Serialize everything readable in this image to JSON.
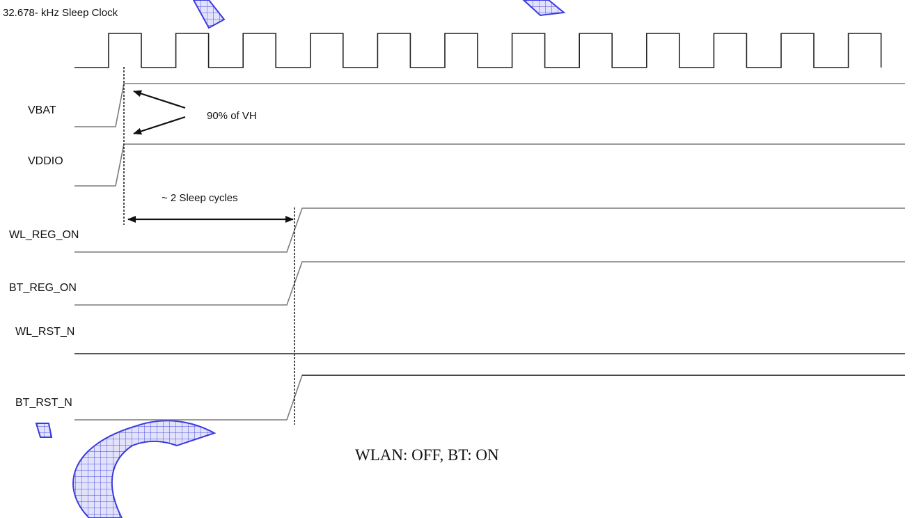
{
  "title": "32.678- kHz Sleep Clock",
  "signals": {
    "vbat": "VBAT",
    "vddio": "VDDIO",
    "wl_reg_on": "WL_REG_ON",
    "bt_reg_on": "BT_REG_ON",
    "wl_rst_n": "WL_RST_N",
    "bt_rst_n": "BT_RST_N"
  },
  "annotations": {
    "threshold": "90% of VH",
    "delay": "~ 2 Sleep cycles"
  },
  "caption": "WLAN: OFF, BT: ON",
  "colors": {
    "line": "#222222",
    "signal_gray": "#7a7a7a",
    "watermark": "#3333dd",
    "watermark_fill": "#d4d4f4"
  }
}
